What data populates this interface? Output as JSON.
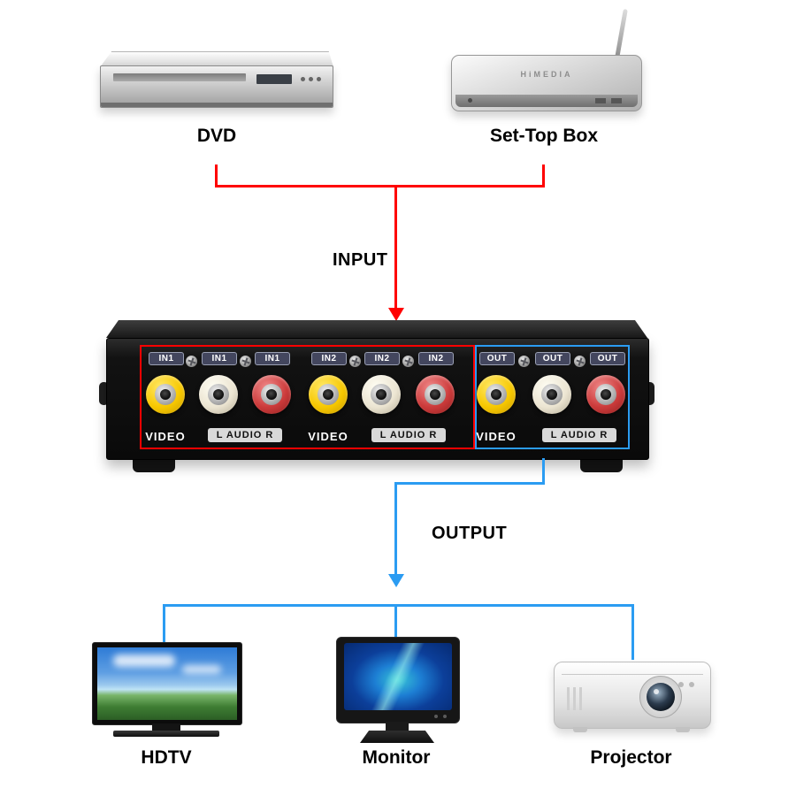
{
  "flow": {
    "input_label": "INPUT",
    "output_label": "OUTPUT"
  },
  "sources": [
    {
      "name": "DVD"
    },
    {
      "name": "Set-Top Box",
      "brand": "HiMEDIA"
    }
  ],
  "destinations": [
    {
      "name": "HDTV"
    },
    {
      "name": "Monitor"
    },
    {
      "name": "Projector"
    }
  ],
  "switcher": {
    "groups": [
      {
        "name": "input-1",
        "jacks": [
          {
            "label": "IN1",
            "color": "#f7c800"
          },
          {
            "label": "IN1",
            "color": "#ece5d2"
          },
          {
            "label": "IN1",
            "color": "#cc3b3b"
          }
        ],
        "video_label": "VIDEO",
        "audio_label": "L AUDIO R"
      },
      {
        "name": "input-2",
        "jacks": [
          {
            "label": "IN2",
            "color": "#f7c800"
          },
          {
            "label": "IN2",
            "color": "#ece5d2"
          },
          {
            "label": "IN2",
            "color": "#cc3b3b"
          }
        ],
        "video_label": "VIDEO",
        "audio_label": "L AUDIO R"
      },
      {
        "name": "output",
        "jacks": [
          {
            "label": "OUT",
            "color": "#f7c800"
          },
          {
            "label": "OUT",
            "color": "#ece5d2"
          },
          {
            "label": "OUT",
            "color": "#cc3b3b"
          }
        ],
        "video_label": "VIDEO",
        "audio_label": "L AUDIO R"
      }
    ]
  },
  "colors": {
    "input_line": "#ff0000",
    "output_line": "#2b9cf2",
    "input_outline": "#ff0000",
    "output_outline": "#2b9cf2"
  }
}
